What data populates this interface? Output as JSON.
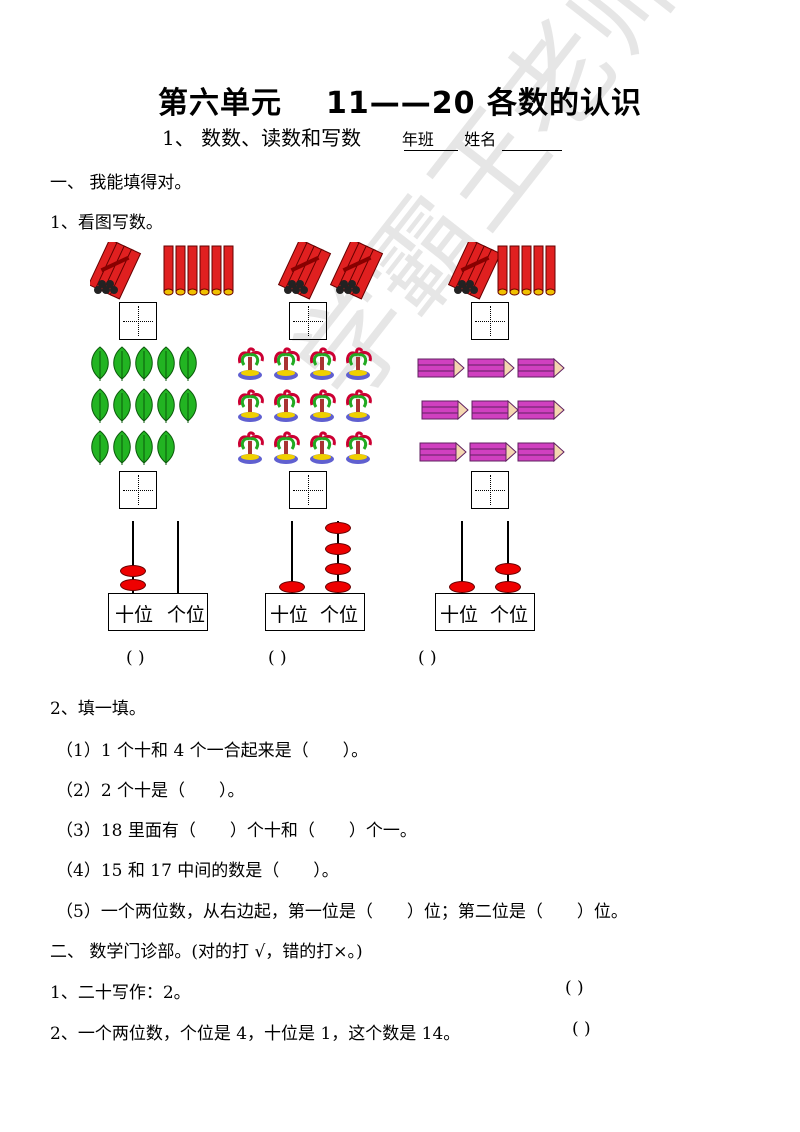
{
  "title": {
    "part1": "第六单元",
    "part2": "11——20 各数的认识"
  },
  "subtitle": {
    "main": "1、 数数、读数和写数",
    "class_label": "年班",
    "name_label": "姓名"
  },
  "section1": {
    "heading": "一、 我能填得对。",
    "q1": "1、看图写数。",
    "abacus_labels": {
      "tens": "十位",
      "ones": "个位"
    },
    "abacus_beads": [
      {
        "tens": 2,
        "ones": 0
      },
      {
        "tens": 1,
        "ones": 4
      },
      {
        "tens": 1,
        "ones": 2
      }
    ],
    "pictures": [
      {
        "bundles": 1,
        "sticks": 5
      },
      {
        "bundles": 2,
        "sticks": 0
      },
      {
        "bundles": 1,
        "sticks": 5
      }
    ],
    "paren": "(        )",
    "q2": "2、填一填。",
    "items": [
      "（1）1 个十和 4 个一合起来是（　　）。",
      "（2）2 个十是（　　）。",
      "（3）18 里面有（　　）个十和（　　）个一。",
      "（4）15 和 17 中间的数是（　　）。",
      "（5）一个两位数，从右边起，第一位是（　　）位；第二位是（　　）位。"
    ]
  },
  "section2": {
    "heading": "二、 数学门诊部。(对的打 √，错的打×。)",
    "items": [
      {
        "text": "1、二十写作：2。",
        "answer": "(          )"
      },
      {
        "text": "2、一个两位数，个位是 4，十位是 1，这个数是 14。",
        "answer": "(          )"
      }
    ]
  },
  "watermark": "学霸王老师",
  "colors": {
    "stick": "#e02020",
    "leaf": "#22b422",
    "pencil": "#d040c0",
    "bead": "#ee0000"
  }
}
